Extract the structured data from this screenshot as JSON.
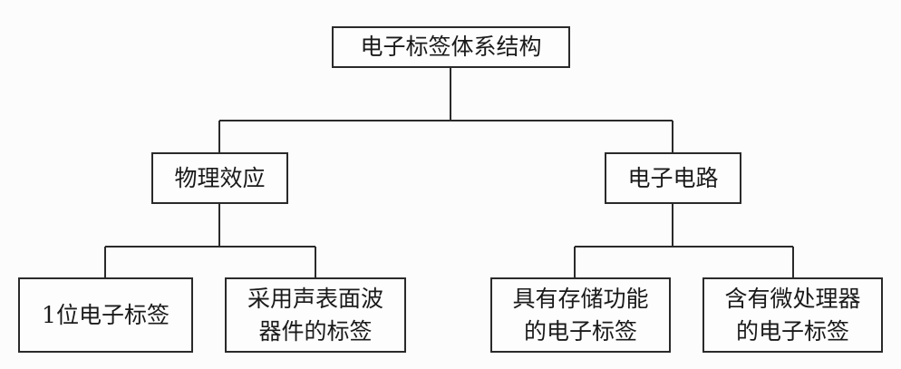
{
  "root": {
    "label": "电子标签体系结构"
  },
  "branches": [
    {
      "label": "物理效应"
    },
    {
      "label": "电子电路"
    }
  ],
  "leaves": [
    {
      "label": "1位电子标签"
    },
    {
      "label": "采用声表面波\n器件的标签"
    },
    {
      "label": "具有存储功能\n的电子标签"
    },
    {
      "label": "含有微处理器\n的电子标签"
    }
  ]
}
